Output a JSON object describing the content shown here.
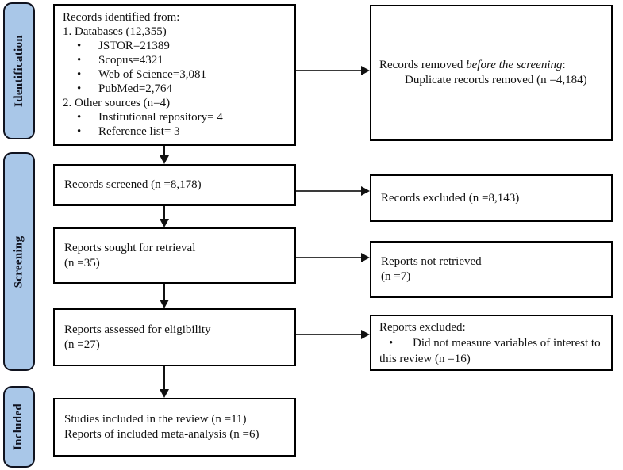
{
  "diagram": {
    "type": "prisma-flow",
    "glyphs": {
      "bullet": "•"
    },
    "colors": {
      "stage_fill": "#a9c7e8",
      "stage_border": "#10131f",
      "box_border": "#000000",
      "arrow": "#111111"
    },
    "stages": [
      {
        "label": "Identification"
      },
      {
        "label": "Screening"
      },
      {
        "label": "Included"
      }
    ],
    "boxes": {
      "identified": {
        "title": "Records identified from:",
        "item1": "1. Databases (12,355)",
        "bullets1": [
          "JSTOR=21389",
          "Scopus=4321",
          "Web of Science=3,081",
          "PubMed=2,764"
        ],
        "item2": "2. Other sources (n=4)",
        "bullets2": [
          "Institutional repository= 4",
          "Reference list= 3"
        ]
      },
      "removed": {
        "prefix": "Records removed ",
        "emphasis": "before the screening",
        "suffix": ":",
        "detail": "Duplicate records removed (n =4,184)"
      },
      "screened": {
        "text": "Records screened (n =8,178)"
      },
      "records_excluded": {
        "text": "Records excluded (n =8,143)"
      },
      "sought": {
        "line1": "Reports sought for retrieval",
        "line2": "(n =35)"
      },
      "not_retrieved": {
        "line1": "Reports not retrieved",
        "line2": "(n =7)"
      },
      "assessed": {
        "line1": "Reports assessed for eligibility",
        "line2": "(n =27)"
      },
      "reports_excluded": {
        "title": "Reports excluded:",
        "bullet_text": "Did not measure variables of interest to",
        "continuation": "this review (n =16)"
      },
      "included": {
        "line1": "Studies included in the review (n =11)",
        "line2": "Reports of included meta-analysis (n =6)"
      }
    }
  }
}
